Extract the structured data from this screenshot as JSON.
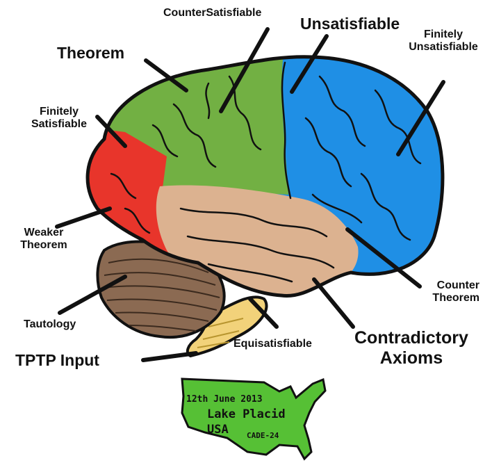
{
  "labels": {
    "counter_satisfiable": "CounterSatisfiable",
    "unsatisfiable": "Unsatisfiable",
    "finitely_unsatisfiable_1": "Finitely",
    "finitely_unsatisfiable_2": "Unsatisfiable",
    "theorem": "Theorem",
    "finitely_satisfiable_1": "Finitely",
    "finitely_satisfiable_2": "Satisfiable",
    "weaker_theorem_1": "Weaker",
    "weaker_theorem_2": "Theorem",
    "tautology": "Tautology",
    "tptp_input": "TPTP Input",
    "equisatisfiable": "Equisatisfiable",
    "contradictory_axioms_1": "Contradictory",
    "contradictory_axioms_2": "Axioms",
    "counter_theorem_1": "Counter",
    "counter_theorem_2": "Theorem"
  },
  "map": {
    "date": "12th June 2013",
    "place": "Lake Placid",
    "country": "USA",
    "conference": "CADE-24"
  },
  "colors": {
    "frontal_red": "#e8352b",
    "green": "#72b043",
    "blue": "#1f8fe5",
    "temporal": "#dcb290",
    "cerebellum": "#8b6a52",
    "stem": "#f2d27a",
    "map_green": "#56c035",
    "outline": "#111111"
  }
}
